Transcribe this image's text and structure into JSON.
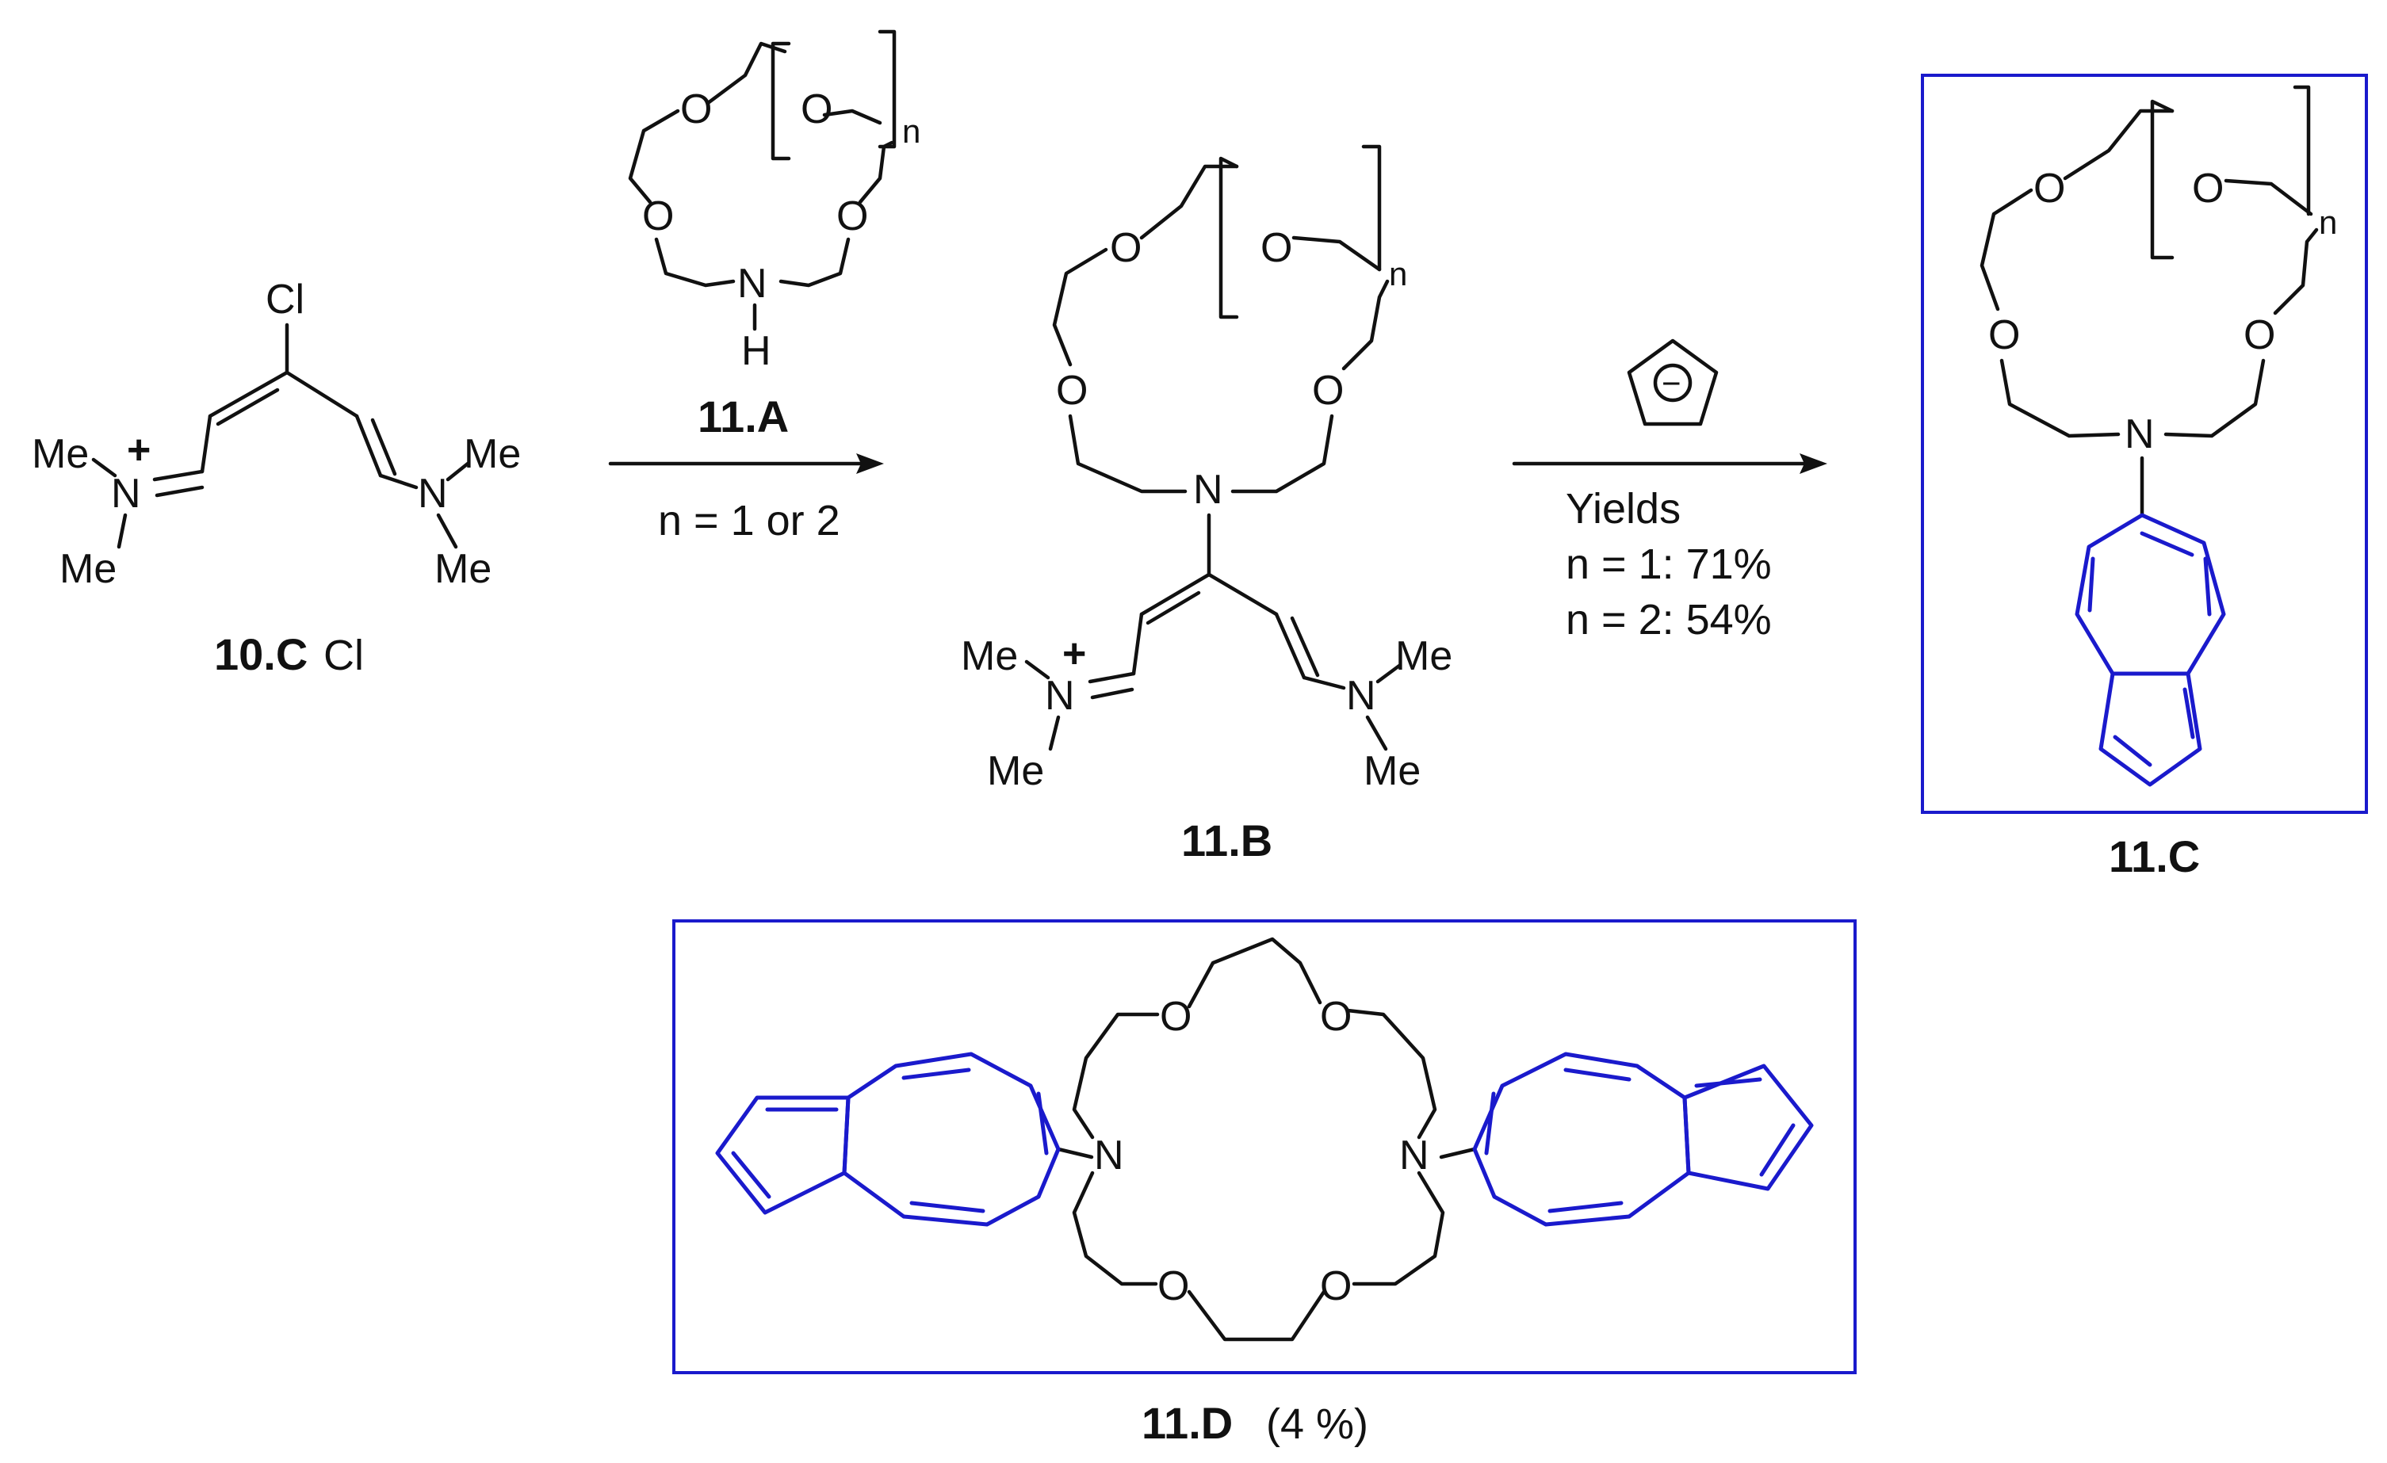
{
  "compounds": {
    "c10": {
      "label_bold": "10.C",
      "label_rest": "Cl"
    },
    "c11a": {
      "label": "11.A"
    },
    "c11b": {
      "label": "11.B"
    },
    "c11c": {
      "label": "11.C"
    },
    "c11d": {
      "label_bold": "11.D",
      "label_rest": " (4 %)",
      "label_paren_bold": "("
    }
  },
  "atoms": {
    "O": "O",
    "N": "N",
    "H": "H",
    "Cl": "Cl",
    "Me": "Me",
    "plus": "+",
    "n": "n",
    "anion_minus": "−"
  },
  "arrow1": {
    "condition": "n = 1 or 2"
  },
  "arrow2": {
    "condition_title": "Yields",
    "yield_n1": "n = 1: 71%",
    "yield_n2": "n = 2: 54%"
  },
  "colors": {
    "highlight": "#1a1acc",
    "ink": "#111111"
  }
}
